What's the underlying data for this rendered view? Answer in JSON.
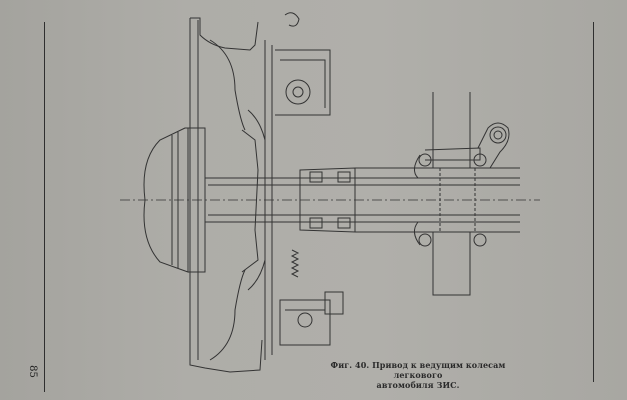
{
  "page": {
    "page_number": "85",
    "figure": {
      "caption_line1": "Фиг. 40. Привод к ведущим колесам легкового",
      "caption_line2": "автомобиля ЗИС.",
      "subject": "cross-section drawing of rear wheel drive hub assembly"
    }
  },
  "colors": {
    "paper": "#adaca7",
    "ink": "#2f2f2f"
  }
}
